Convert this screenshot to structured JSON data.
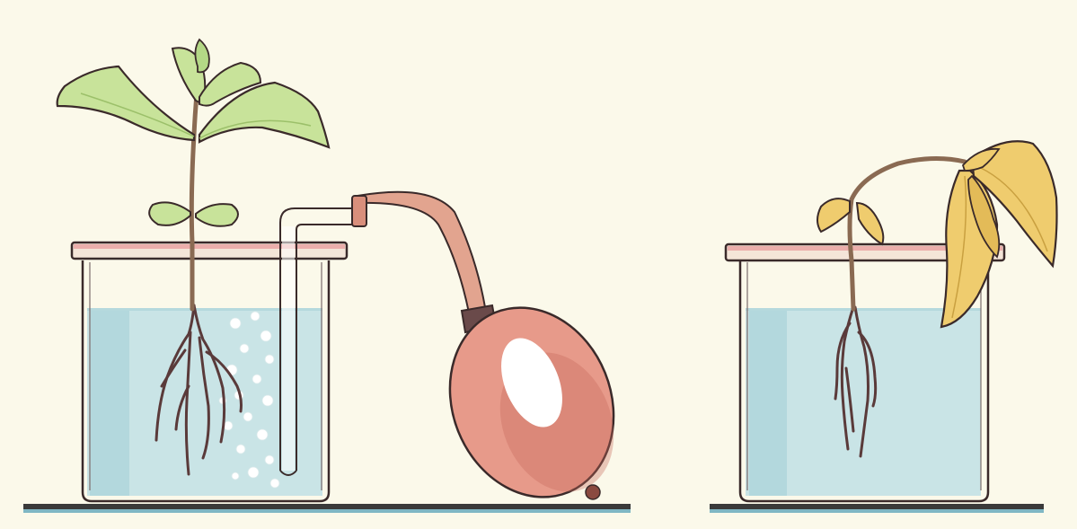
{
  "figure": {
    "panels": [
      {
        "id": "aerated",
        "plant_state": "healthy",
        "has_air_pump": true,
        "bubbles_visible": true
      },
      {
        "id": "not-aerated",
        "plant_state": "wilted",
        "has_air_pump": false,
        "bubbles_visible": false
      }
    ],
    "colors": {
      "paper": "#fbf9ea",
      "water": "#c9e4e6",
      "water_edge": "#a9d3d8",
      "glass_outline": "#3a2a2a",
      "shelf": "#3a3a3a",
      "shelf_highlight": "#7fb7c4",
      "leaf_healthy": "#c8e39a",
      "leaf_healthy_dark": "#9cc06a",
      "leaf_wilted": "#efcc6e",
      "leaf_wilted_dark": "#c9a040",
      "stem": "#8a6a52",
      "pump_bulb": "#e79a8a",
      "pump_bulb_dark": "#c6675a",
      "tube": "#e2a48f",
      "edge_pink": "#e98a8a"
    }
  }
}
